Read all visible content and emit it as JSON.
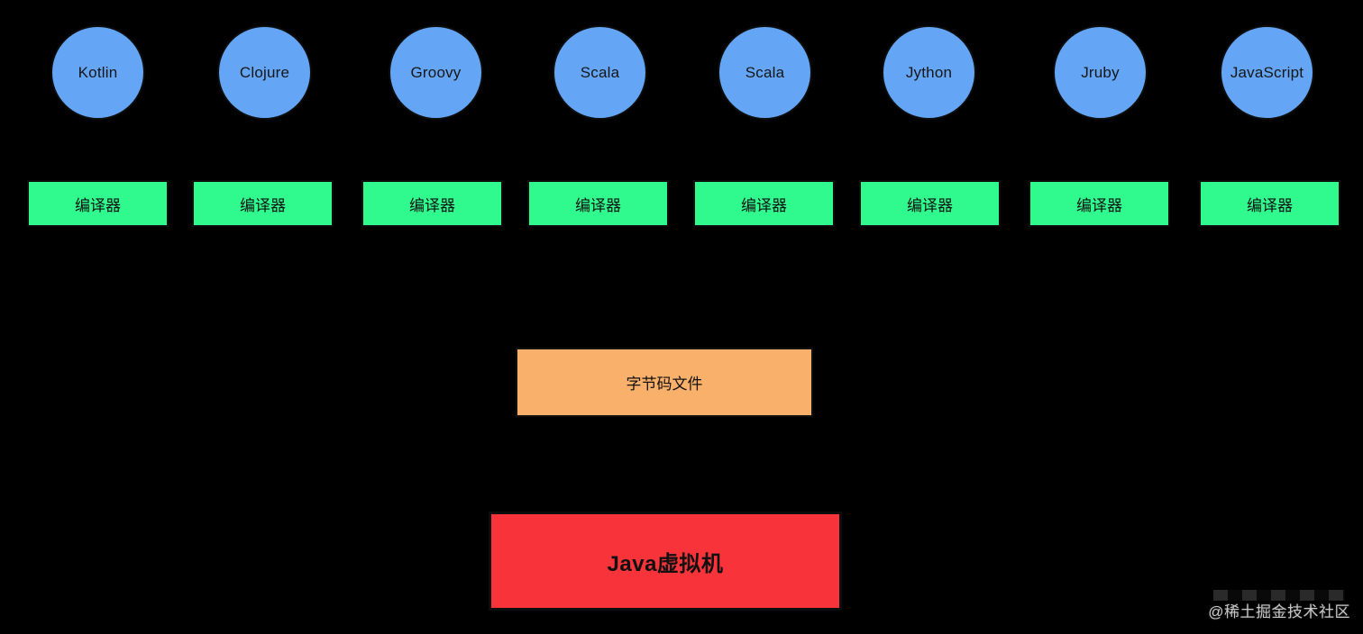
{
  "diagram": {
    "languages": [
      "Kotlin",
      "Clojure",
      "Groovy",
      "Scala",
      "Scala",
      "Jython",
      "Jruby",
      "JavaScript"
    ],
    "compiler_label": "编译器",
    "bytecode_label": "字节码文件",
    "jvm_label": "Java虚拟机",
    "watermark": "@稀土掘金技术社区",
    "colors": {
      "background": "#000000",
      "language_circle": "#64a6f5",
      "compiler_box": "#30fa8e",
      "bytecode_box": "#f9b06a",
      "jvm_box": "#f8333a",
      "node_text": "#111111",
      "watermark_text": "#c6c6c6"
    }
  }
}
